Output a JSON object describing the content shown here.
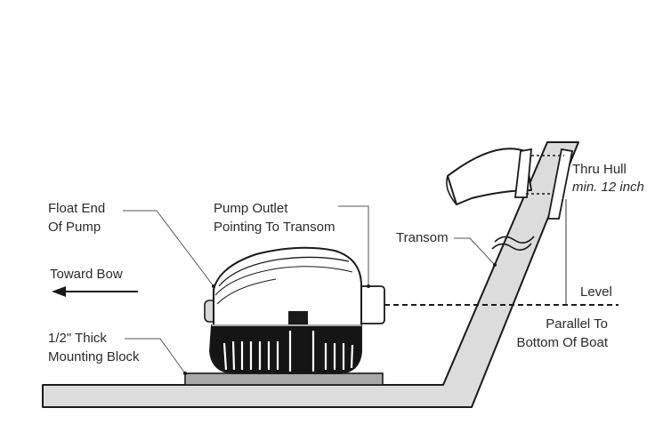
{
  "labels": {
    "float_end_line1": "Float End",
    "float_end_line2": "Of Pump",
    "pump_outlet_line1": "Pump Outlet",
    "pump_outlet_line2": "Pointing To Transom",
    "toward_bow": "Toward Bow",
    "mounting_block_line1": "1/2\" Thick",
    "mounting_block_line2": "Mounting Block",
    "transom": "Transom",
    "thru_hull": "Thru Hull",
    "min_height": "min. 12 inch",
    "level": "Level",
    "parallel_line1": "Parallel To",
    "parallel_line2": "Bottom Of Boat"
  }
}
